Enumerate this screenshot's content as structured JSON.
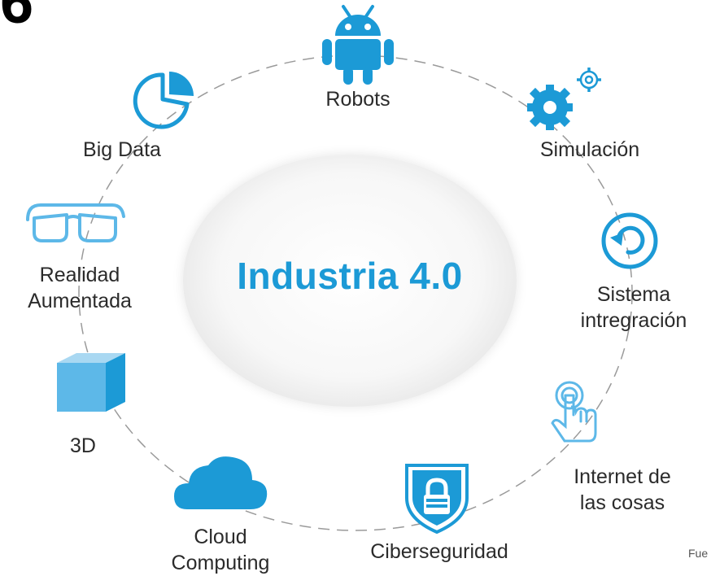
{
  "center": {
    "title": "Industria 4.0"
  },
  "corner_fragment": "6",
  "source_fragment": "Fue",
  "colors": {
    "accent": "#1c9ad6",
    "icon_light": "#5db8e8",
    "text": "#2b2b2b",
    "ring": "#9a9a9a"
  },
  "nodes": [
    {
      "id": "robots",
      "icon": "android-robot-icon",
      "label_lines": [
        "Robots"
      ]
    },
    {
      "id": "simulacion",
      "icon": "gears-icon",
      "label_lines": [
        "Simulación"
      ]
    },
    {
      "id": "sistema",
      "icon": "refresh-cycle-icon",
      "label_lines": [
        "Sistema",
        "intregración"
      ]
    },
    {
      "id": "iot",
      "icon": "touch-hand-icon",
      "label_lines": [
        "Internet de",
        "las cosas"
      ]
    },
    {
      "id": "ciber",
      "icon": "shield-lock-icon",
      "label_lines": [
        "Ciberseguridad"
      ]
    },
    {
      "id": "cloud",
      "icon": "cloud-icon",
      "label_lines": [
        "Cloud",
        "Computing"
      ]
    },
    {
      "id": "3d",
      "icon": "cube-icon",
      "label_lines": [
        "3D"
      ]
    },
    {
      "id": "ar",
      "icon": "smart-glasses-icon",
      "label_lines": [
        "Realidad",
        "Aumentada"
      ]
    },
    {
      "id": "bigdata",
      "icon": "pie-chart-icon",
      "label_lines": [
        "Big Data"
      ]
    }
  ]
}
